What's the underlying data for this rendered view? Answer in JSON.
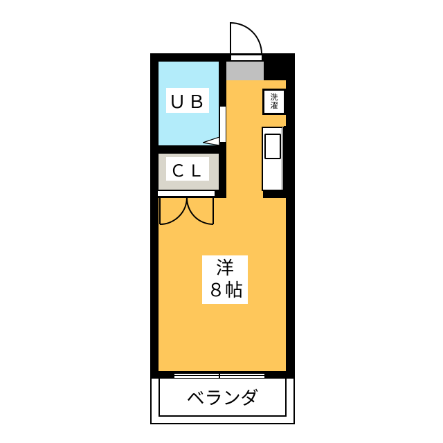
{
  "floorplan": {
    "rooms": {
      "unit_bath": {
        "label": "ＵＢ",
        "color": "#b3ecfa"
      },
      "closet": {
        "label": "ＣＬ",
        "color": "#d9d6cb"
      },
      "western_room": {
        "label_type": "洋",
        "label_size": "８帖",
        "color": "#fec75b"
      },
      "entrance": {
        "color": "#c0c0c0"
      },
      "veranda": {
        "label": "ベランダ"
      }
    },
    "fixtures": {
      "washer": {
        "label_line1": "洗",
        "label_line2": "濯"
      }
    },
    "colors": {
      "wall": "#000000",
      "background": "#ffffff"
    }
  }
}
